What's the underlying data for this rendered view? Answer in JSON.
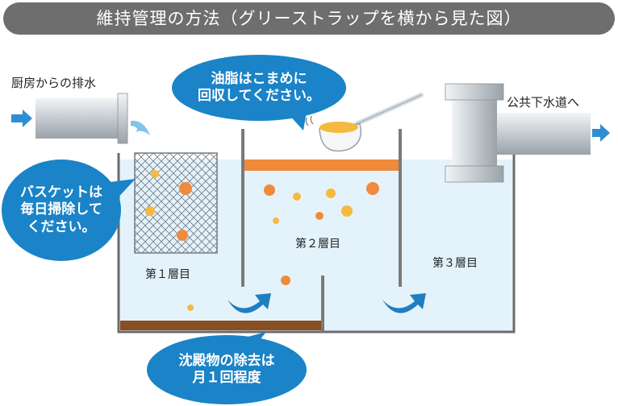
{
  "title": "維持管理の方法（グリーストラップを横から見た図）",
  "labels": {
    "inlet": "厨房からの排水",
    "outlet": "公共下水道へ",
    "layer1": "第１層目",
    "layer2": "第２層目",
    "layer3": "第３層目"
  },
  "callouts": {
    "oil": [
      "油脂はこまめに",
      "回収してください。"
    ],
    "basket": [
      "バスケットは",
      "毎日掃除して",
      "ください。"
    ],
    "sediment": [
      "沈殿物の除去は",
      "月１回程度"
    ]
  },
  "colors": {
    "title_bg": "#6e6e6e",
    "callout": "#1b83c7",
    "water": "#e4f3fb",
    "oil_layer": "#ee8a3a",
    "sediment": "#8a4e24",
    "pipe": "#c8ced3",
    "flow_arrow": "#1f7fc0"
  }
}
